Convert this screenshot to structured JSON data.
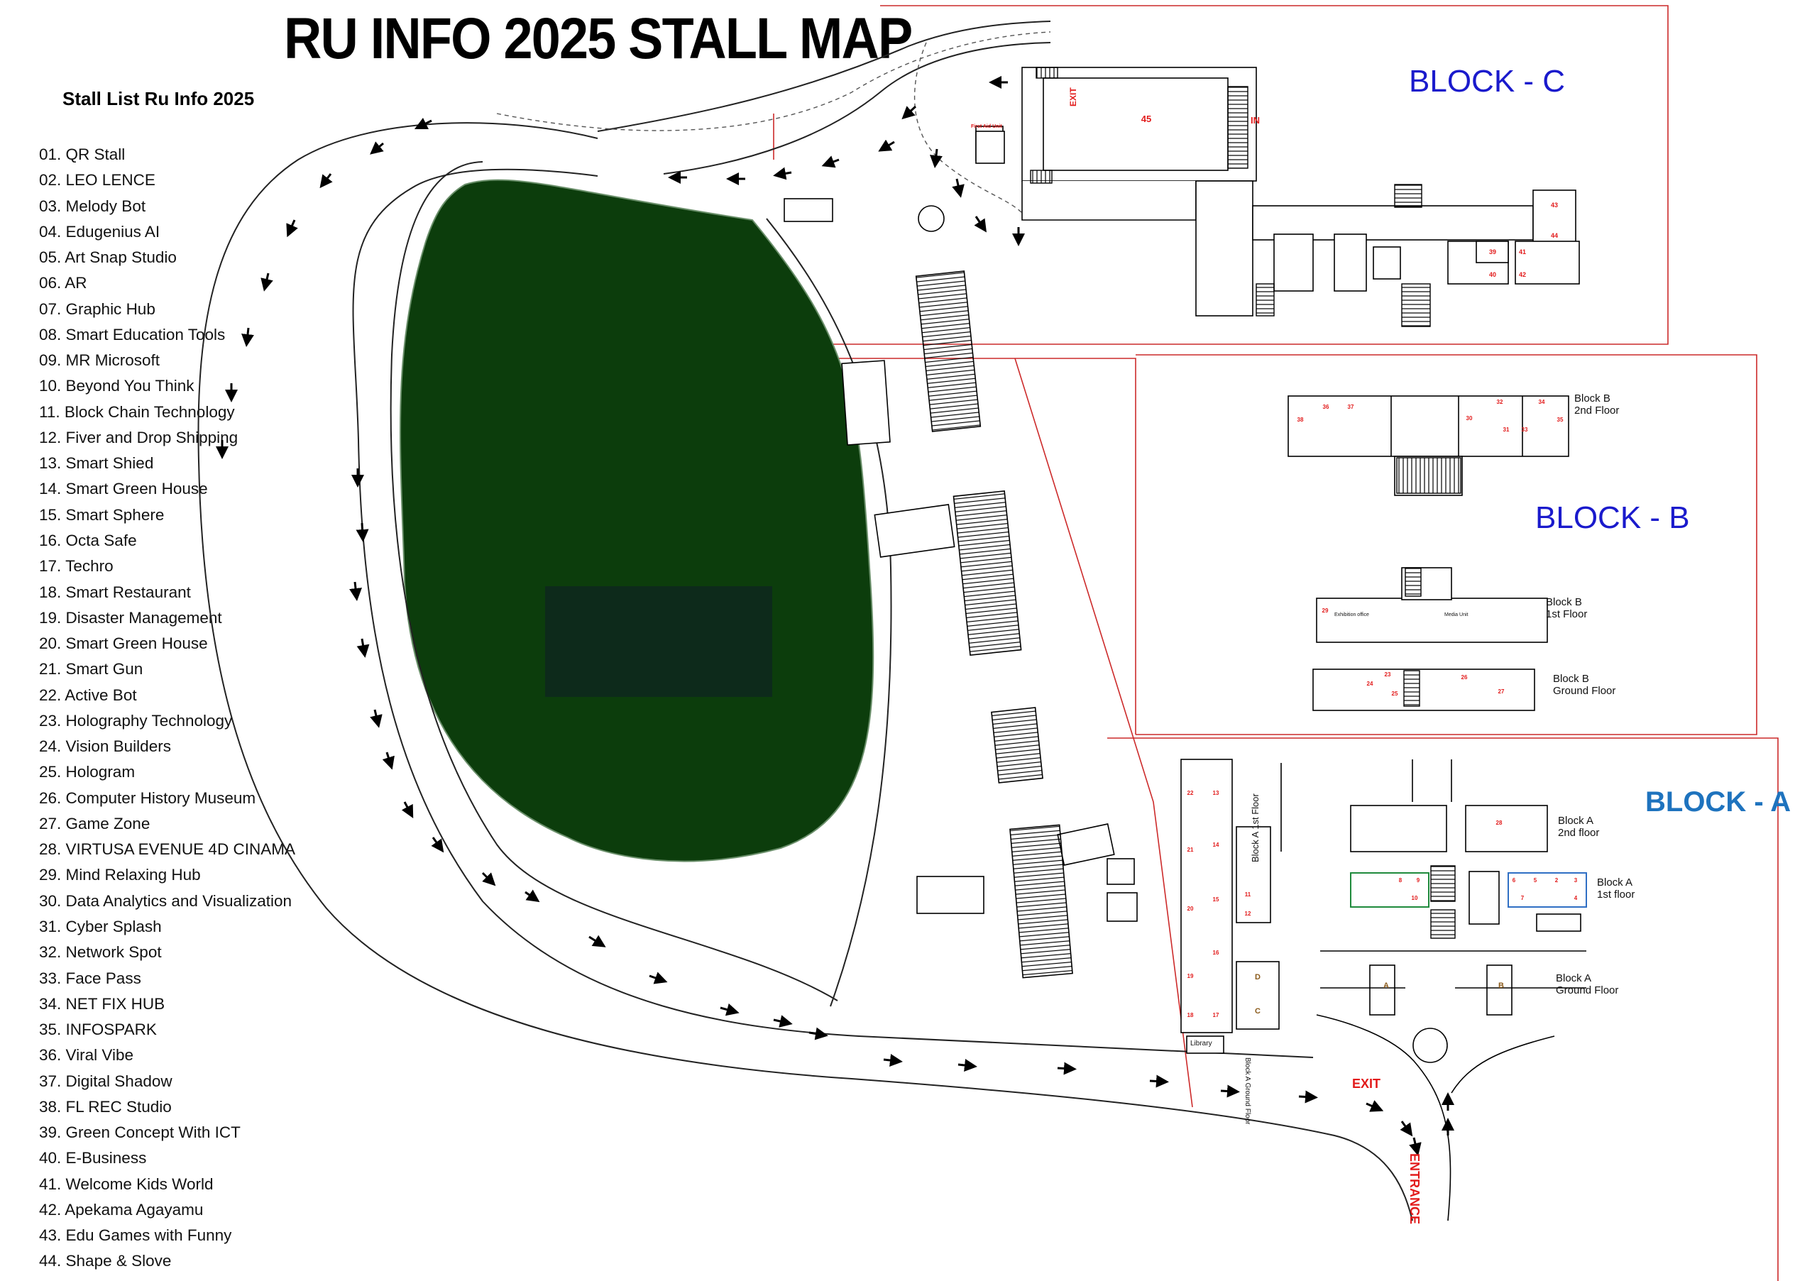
{
  "title": "RU INFO 2025 STALL MAP",
  "stall_list": {
    "heading": "Stall List Ru Info 2025",
    "items": [
      "01. QR Stall",
      "02. LEO LENCE",
      "03. Melody Bot",
      "04. Edugenius AI",
      "05. Art Snap Studio",
      "06. AR",
      "07. Graphic Hub",
      "08. Smart Education Tools",
      "09. MR Microsoft",
      "10. Beyond You Think",
      "11. Block Chain Technology",
      "12. Fiver and Drop Shipping",
      "13. Smart Shied",
      "14. Smart Green House",
      "15. Smart Sphere",
      "16. Octa Safe",
      "17. Techro",
      "18. Smart Restaurant",
      "19. Disaster Management",
      "20. Smart Green House",
      "21. Smart Gun",
      "22. Active Bot",
      "23. Holography Technology",
      "24. Vision Builders",
      "25. Hologram",
      "26. Computer History Museum",
      "27. Game Zone",
      "28. VIRTUSA EVENUE 4D CINAMA",
      "29. Mind Relaxing Hub",
      "30. Data Analytics and Visualization",
      "31. Cyber Splash",
      "32. Network Spot",
      "33. Face Pass",
      "34. NET FIX HUB",
      "35. INFOSPARK",
      "36. Viral Vibe",
      "37. Digital Shadow",
      "38. FL REC Studio",
      "39. Green Concept With ICT",
      "40. E-Business",
      "41. Welcome Kids World",
      "42. Apekama Agayamu",
      "43. Edu Games with Funny",
      "44. Shape & Slove"
    ]
  },
  "blocks": {
    "block_c": "BLOCK - C",
    "block_b": "BLOCK - B",
    "block_a": "BLOCK - A"
  },
  "floors": {
    "b_second": "Block B\n2nd Floor",
    "b_first": "Block B\n1st Floor",
    "b_ground": "Block B\nGround Floor",
    "a_second": "Block A\n2nd floor",
    "a_first": "Block A\n1st floor",
    "a_ground": "Block A\nGround Floor",
    "a_first_vertical": "Block A 1st Floor",
    "a_ground_vertical": "Block A Ground Floor"
  },
  "labels": {
    "exit": "EXIT",
    "entrance": "ENTRANCE",
    "exit_vertical": "EXIT",
    "in": "IN",
    "first_aid": "First Aid Unit",
    "library": "Library",
    "exhibition_office": "Exhibition office",
    "media_unit": "Media Unit"
  },
  "stall_numbers": {
    "c_main": "45",
    "c_43": "43",
    "c_44": "44",
    "c_41": "41",
    "c_42": "42",
    "c_39": "39",
    "c_40": "40",
    "b_38": "38",
    "b_36": "36",
    "b_37": "37",
    "b_30": "30",
    "b_32": "32",
    "b_34": "34",
    "b_31": "31",
    "b_33": "33",
    "b_35": "35",
    "b_29": "29",
    "b_23": "23",
    "b_24": "24",
    "b_25": "25",
    "b_26": "26",
    "b_27": "27",
    "a_22": "22",
    "a_13": "13",
    "a_21": "21",
    "a_14": "14",
    "a_20": "20",
    "a_15": "15",
    "a_19": "19",
    "a_16": "16",
    "a_18": "18",
    "a_17": "17",
    "a_11": "11",
    "a_12": "12",
    "a_28": "28",
    "a_6": "6",
    "a_5": "5",
    "a_2": "2",
    "a_3": "3",
    "a_7": "7",
    "a_4": "4",
    "a_8": "8",
    "a_9": "9",
    "a_10": "10",
    "a_A": "A",
    "a_B": "B",
    "a_C": "C",
    "a_D": "D"
  },
  "colors": {
    "ground": "#0c3d0c",
    "ground_inner": "#0d2a1b",
    "section_border": "#cc2a2a",
    "stall_number": "#e21b1b",
    "block_bc": "#1a1acc",
    "block_a": "#1e73be",
    "green_outline": "#1f8a3c",
    "blue_outline": "#2f6fc4"
  }
}
